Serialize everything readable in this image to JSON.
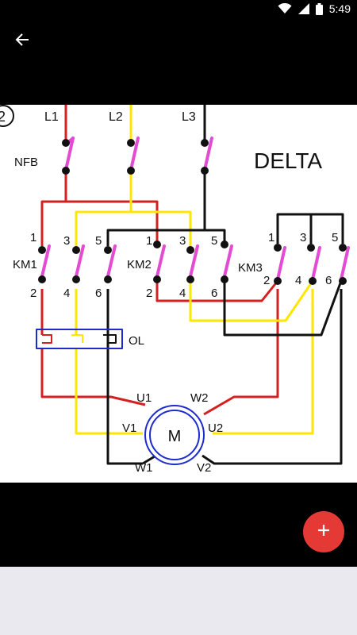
{
  "status_bar": {
    "time": "5:49"
  },
  "app_bar": {
    "back_icon": "arrow-back-icon"
  },
  "fab": {
    "icon": "plus-icon"
  },
  "colors": {
    "red": "#d62020",
    "yellow": "#ffe600",
    "black": "#111111",
    "blue": "#1c2ccc",
    "magenta": "#e34bd3",
    "fab": "#e53935"
  },
  "diagram": {
    "number": "2",
    "title": "DELTA",
    "lines": {
      "l1": "L1",
      "l2": "L2",
      "l3": "L3"
    },
    "breaker": "NFB",
    "contactors": {
      "km1": "KM1",
      "km2": "KM2",
      "km3": "KM3"
    },
    "terminals": {
      "t1": "1",
      "t2": "2",
      "t3": "3",
      "t4": "4",
      "t5": "5",
      "t6": "6"
    },
    "overload": "OL",
    "motor": {
      "label": "M",
      "u1": "U1",
      "v1": "V1",
      "w1": "W1",
      "u2": "U2",
      "v2": "V2",
      "w2": "W2"
    }
  }
}
